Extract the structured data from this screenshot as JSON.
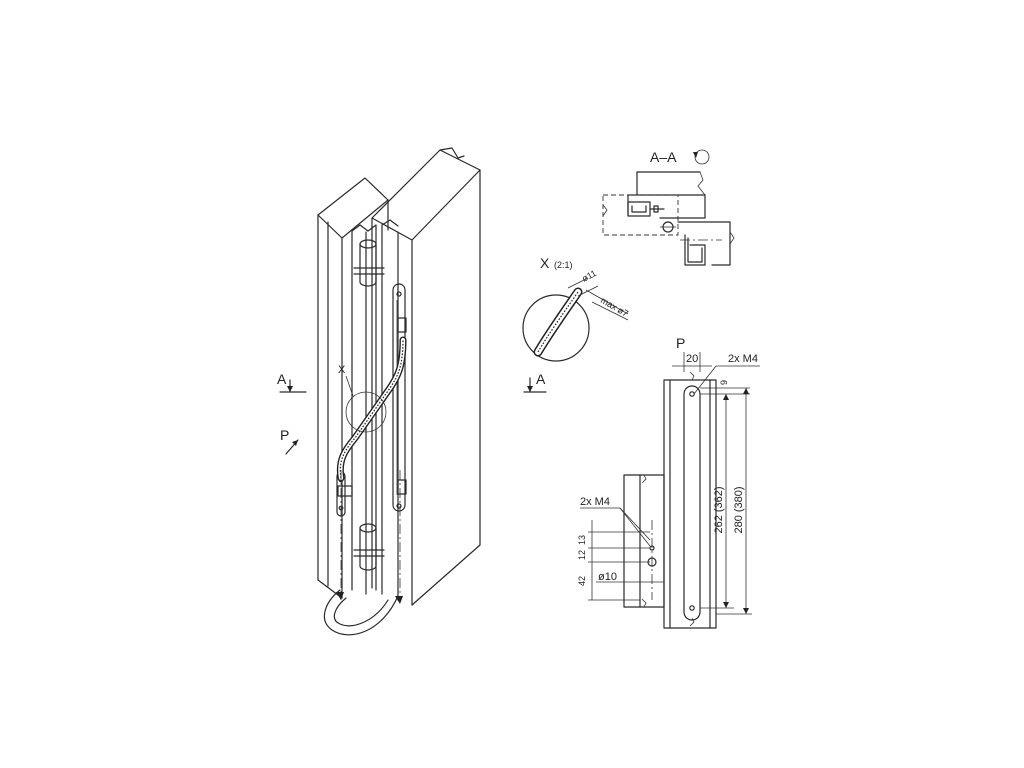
{
  "labels": {
    "section": "A–A",
    "section_mark_left": "A",
    "section_mark_right": "A",
    "view_p_left": "P",
    "view_p_right": "P",
    "detail_x": "X",
    "detail_x_scale": "(2:1)",
    "detail_x_leader": "X"
  },
  "dimensions": {
    "diam_11": "ø11",
    "max_diam_7": "max ø7",
    "width_20": "20",
    "screws_top": "2x M4",
    "screws_left": "2x M4",
    "offset_9": "9",
    "length_262": "262 (362)",
    "length_280": "280 (380)",
    "dim_13": "13",
    "dim_12": "12",
    "dim_42": "42",
    "diam_10": "ø10"
  }
}
